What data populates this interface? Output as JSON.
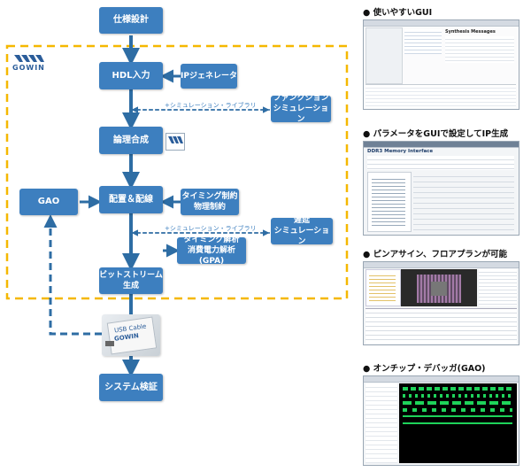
{
  "flow": {
    "spec_design": "仕様設計",
    "hdl_input": "HDL入力",
    "ip_generator": "IPジェネレータ",
    "sim_library_1": "+シミュレーション・ライブラリ",
    "function_sim": [
      "ファンクション",
      "シミュレーション"
    ],
    "logic_synthesis": "論理合成",
    "place_route": "配置＆配線",
    "timing_constraints": [
      "タイミング制約",
      "物理制約"
    ],
    "gao": "GAO",
    "sim_library_2": "+シミュレーション・ライブラリ",
    "delay_sim": [
      "遅延",
      "シミュレーション"
    ],
    "timing_power_analysis": [
      "タイミング解析",
      "消費電力解析(GPA)"
    ],
    "bitstream": [
      "ビットストリーム",
      "生成"
    ],
    "cable_text": [
      "USB Cable",
      "GOWIN"
    ],
    "system_verification": "システム検証"
  },
  "logo": {
    "brand": "GOWIN"
  },
  "features": [
    {
      "title": "使いやすいGUI",
      "inner_title": "Synthesis Messages"
    },
    {
      "title": "パラメータをGUIで設定してIP生成",
      "inner_title": "DDR3 Memory Interface"
    },
    {
      "title": "ピンアサイン、フロアプランが可能"
    },
    {
      "title": "オンチップ・デバッガ(GAO)"
    }
  ],
  "colors": {
    "box": "#3d7fbf",
    "dash_border": "#f5b800",
    "arrow": "#2e6da4"
  }
}
